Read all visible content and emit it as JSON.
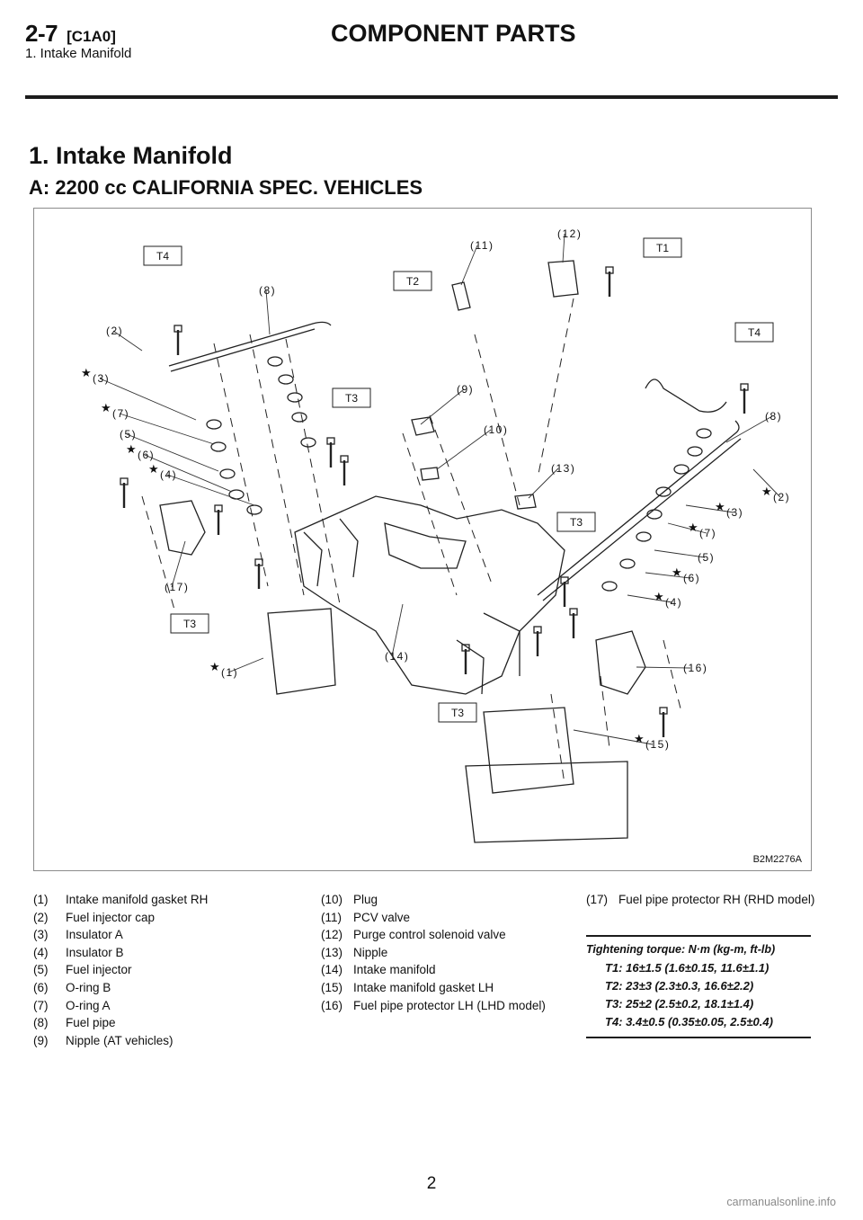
{
  "header": {
    "section_code": "2-7",
    "section_ref": "[C1A0]",
    "chapter_title": "COMPONENT PARTS",
    "subtitle": "1. Intake Manifold"
  },
  "heading": "1. Intake Manifold",
  "subheading": "A: 2200 cc CALIFORNIA SPEC. VEHICLES",
  "figure": {
    "figure_id": "B2M2276A",
    "callouts": [
      "(1)",
      "(2)",
      "(3)",
      "(4)",
      "(5)",
      "(6)",
      "(7)",
      "(8)",
      "(9)",
      "(10)",
      "(11)",
      "(12)",
      "(13)",
      "(14)",
      "(15)",
      "(16)",
      "(17)"
    ],
    "torque_tags": [
      "T1",
      "T2",
      "T3",
      "T4"
    ],
    "star_symbol": "★"
  },
  "legend": {
    "col1": [
      {
        "num": "(1)",
        "text": "Intake manifold gasket RH"
      },
      {
        "num": "(2)",
        "text": "Fuel injector cap"
      },
      {
        "num": "(3)",
        "text": "Insulator A"
      },
      {
        "num": "(4)",
        "text": "Insulator B"
      },
      {
        "num": "(5)",
        "text": "Fuel injector"
      },
      {
        "num": "(6)",
        "text": "O-ring B"
      },
      {
        "num": "(7)",
        "text": "O-ring A"
      },
      {
        "num": "(8)",
        "text": "Fuel pipe"
      },
      {
        "num": "(9)",
        "text": "Nipple (AT vehicles)"
      }
    ],
    "col2": [
      {
        "num": "(10)",
        "text": "Plug"
      },
      {
        "num": "(11)",
        "text": "PCV valve"
      },
      {
        "num": "(12)",
        "text": "Purge control solenoid valve"
      },
      {
        "num": "(13)",
        "text": "Nipple"
      },
      {
        "num": "(14)",
        "text": "Intake manifold"
      },
      {
        "num": "(15)",
        "text": "Intake manifold gasket LH"
      },
      {
        "num": "(16)",
        "text": "Fuel pipe protector LH (LHD model)"
      }
    ],
    "col3": [
      {
        "num": "(17)",
        "text": "Fuel pipe protector RH (RHD model)"
      }
    ]
  },
  "torque": {
    "heading": "Tightening torque: N·m (kg-m, ft-lb)",
    "lines": [
      "T1: 16±1.5 (1.6±0.15, 11.6±1.1)",
      "T2: 23±3 (2.3±0.3, 16.6±2.2)",
      "T3: 25±2 (2.5±0.2, 18.1±1.4)",
      "T4: 3.4±0.5 (0.35±0.05, 2.5±0.4)"
    ]
  },
  "page_number": "2",
  "watermark": "carmanualsonline.info"
}
